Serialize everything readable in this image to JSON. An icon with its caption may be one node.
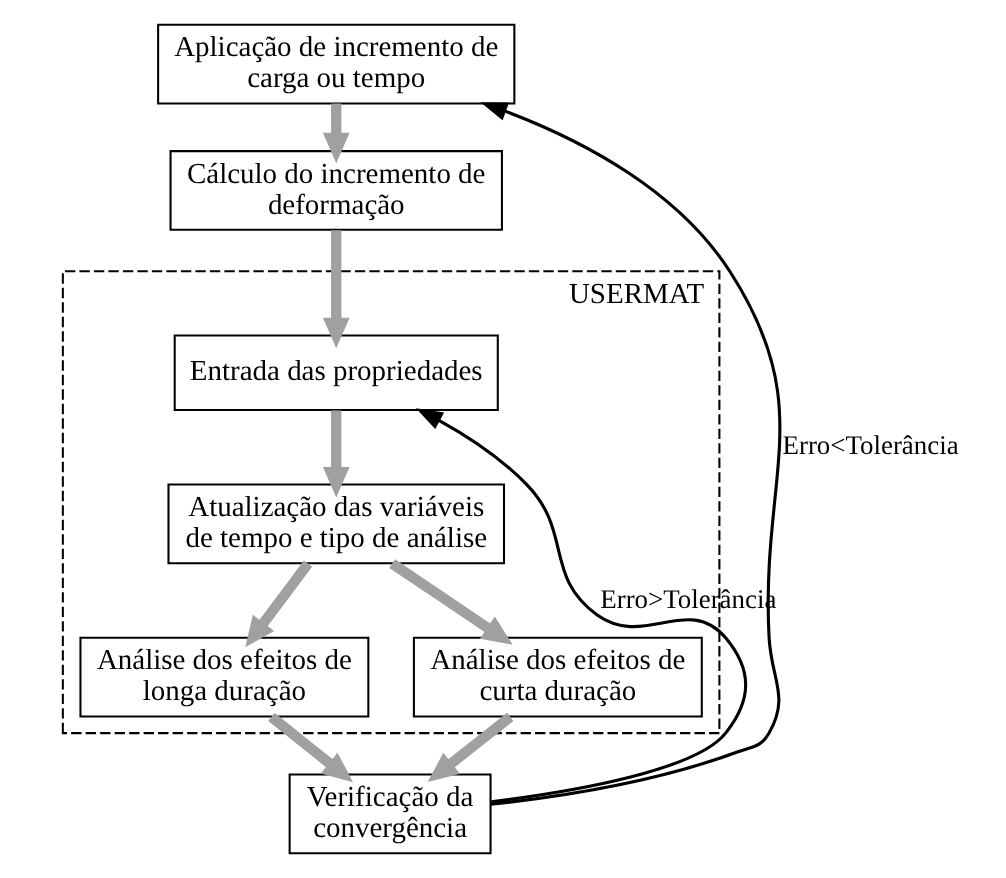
{
  "diagram": {
    "nodes": [
      {
        "text": [
          "Aplicação de incremento de carga ou tempo"
        ]
      },
      {
        "text": [
          "Cálculo do incremento de deformação"
        ]
      },
      {
        "text": [
          "USERMAT"
        ]
      },
      {
        "text": [
          "Entrada das propriedades"
        ],
        "in": 2
      },
      {
        "text": [
          "Atualização das variáveis de tempo e tipo de análise"
        ],
        "in": 2
      },
      {
        "text": [
          "Análise dos efeitos de longa duração"
        ],
        "in": 2
      },
      {
        "text": [
          "Análise dos efeitos de curta duração"
        ],
        "in": 2
      },
      {
        "text": [
          "Verificação da convergência"
        ]
      }
    ],
    "edges": [
      {
        "from": 0,
        "to": 1,
        "arrow": "to"
      },
      {
        "from": 1,
        "to": 3,
        "arrow": "to"
      },
      {
        "from": 3,
        "to": 4,
        "arrow": "to"
      },
      {
        "from": 4,
        "to": 5,
        "arrow": "to"
      },
      {
        "from": 4,
        "to": 6,
        "arrow": "to"
      },
      {
        "from": 5,
        "to": 7,
        "arrow": "to"
      },
      {
        "from": 6,
        "to": 7,
        "arrow": "to"
      },
      {
        "from": 7,
        "to": 3,
        "arrow": "to",
        "label": "Erro>Tolerância",
        "color": "#000000"
      },
      {
        "from": 7,
        "to": 0,
        "arrow": "to",
        "label": "Erro<Tolerância",
        "color": "#000000"
      }
    ]
  }
}
